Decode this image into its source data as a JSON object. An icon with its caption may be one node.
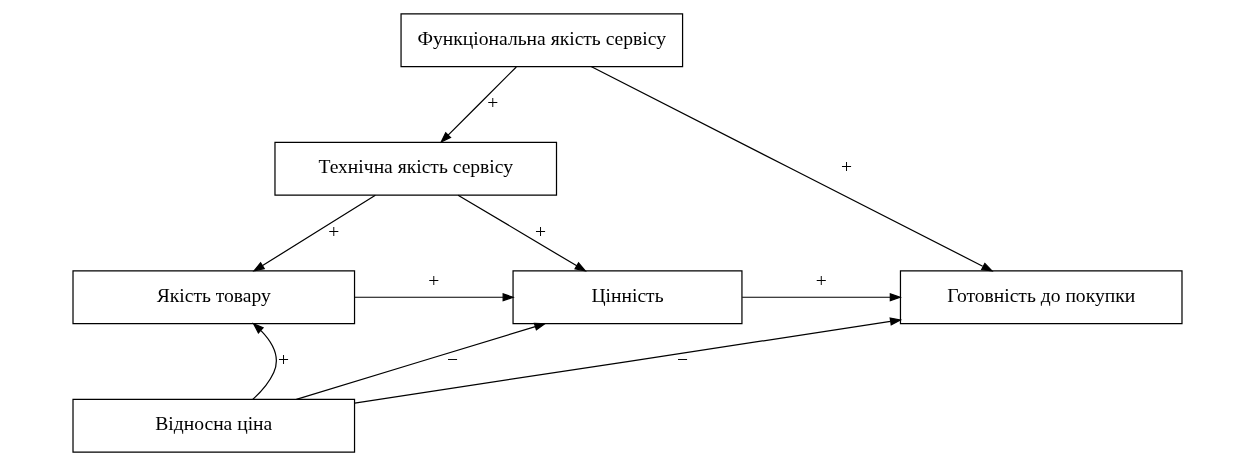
{
  "diagram": {
    "nodes": [
      {
        "text": [
          "Функціональна якість сервісу"
        ]
      },
      {
        "text": [
          "Технічна якість сервісу"
        ]
      },
      {
        "text": [
          "Якість товару"
        ]
      },
      {
        "text": [
          "Цінність"
        ]
      },
      {
        "text": [
          "Готовність до покупки"
        ]
      },
      {
        "text": [
          "Відносна ціна"
        ]
      }
    ],
    "edges": [
      {
        "from": 0,
        "to": 1,
        "arrow": "to",
        "label": "+"
      },
      {
        "from": 0,
        "to": 4,
        "arrow": "to",
        "label": "+"
      },
      {
        "from": 1,
        "to": 2,
        "arrow": "to",
        "label": "+"
      },
      {
        "from": 1,
        "to": 3,
        "arrow": "to",
        "label": "+"
      },
      {
        "from": 2,
        "to": 3,
        "arrow": "to",
        "label": "+"
      },
      {
        "from": 3,
        "to": 4,
        "arrow": "to",
        "label": "+"
      },
      {
        "from": 5,
        "to": 2,
        "arrow": "to",
        "label": "+"
      },
      {
        "from": 5,
        "to": 3,
        "arrow": "to",
        "label": "−"
      },
      {
        "from": 5,
        "to": 4,
        "arrow": "to",
        "label": "−"
      }
    ]
  }
}
